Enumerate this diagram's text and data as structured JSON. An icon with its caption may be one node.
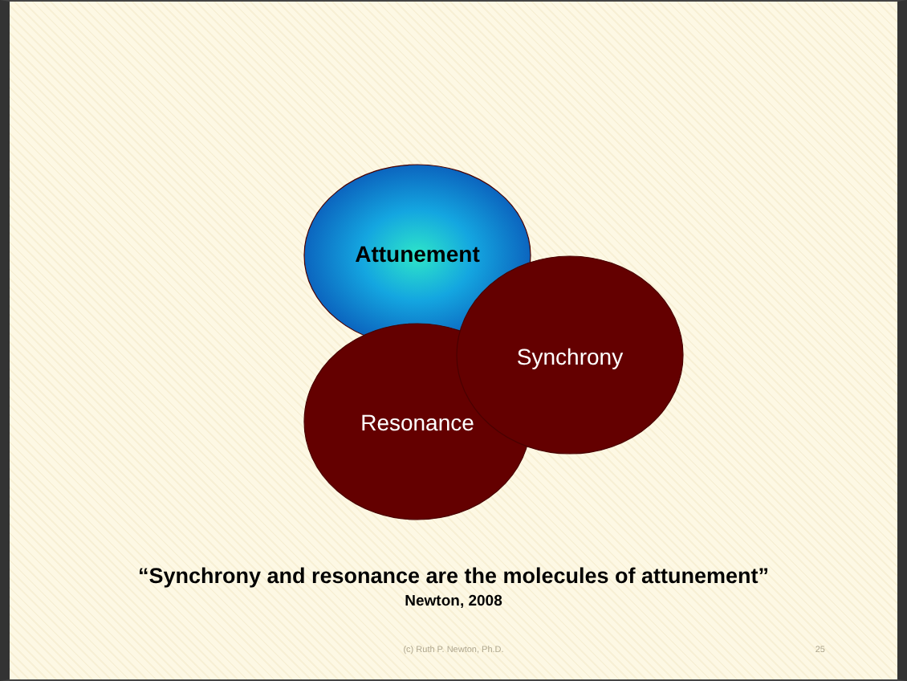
{
  "diagram": {
    "nodes": [
      {
        "text": [
          "Attunement"
        ]
      },
      {
        "text": [
          "Resonance"
        ]
      },
      {
        "text": [
          "Synchrony"
        ]
      }
    ],
    "labels": [
      "“Synchrony and resonance are the molecules of attunement”",
      "Newton, 2008",
      "(c) Ruth P. Newton, Ph.D.",
      "25"
    ]
  }
}
